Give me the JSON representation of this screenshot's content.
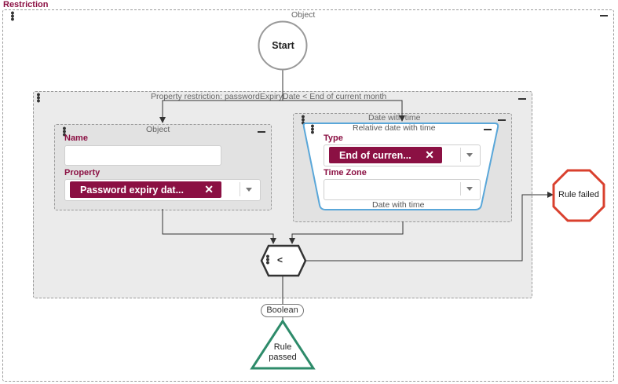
{
  "restriction": {
    "title": "Restriction",
    "caption": "Object"
  },
  "start_node": {
    "label": "Start"
  },
  "property_restriction": {
    "caption": "Property restriction: passwordExpiryDate < End of current month"
  },
  "object_block": {
    "caption": "Object",
    "name_label": "Name",
    "name_value": "",
    "property_label": "Property",
    "property_chip": "Password expiry dat..."
  },
  "date_with_time_block": {
    "caption": "Date with time",
    "relative_caption": "Relative date with time",
    "type_label": "Type",
    "type_chip": "End of curren...",
    "timezone_label": "Time Zone",
    "timezone_value": "",
    "footer_caption": "Date with time"
  },
  "operator_node": {
    "label": "<"
  },
  "rule_failed": {
    "label": "Rule failed"
  },
  "boolean_pill": {
    "label": "Boolean"
  },
  "rule_passed": {
    "line1": "Rule",
    "line2": "passed"
  },
  "colors": {
    "accent": "#8b1043",
    "failed": "#d9402e",
    "passed": "#2e8b6a",
    "selected_border": "#5aa7d9"
  },
  "icons": [
    "more-vertical-icon",
    "minimize-icon",
    "remove-chip-icon",
    "chevron-down-icon"
  ]
}
